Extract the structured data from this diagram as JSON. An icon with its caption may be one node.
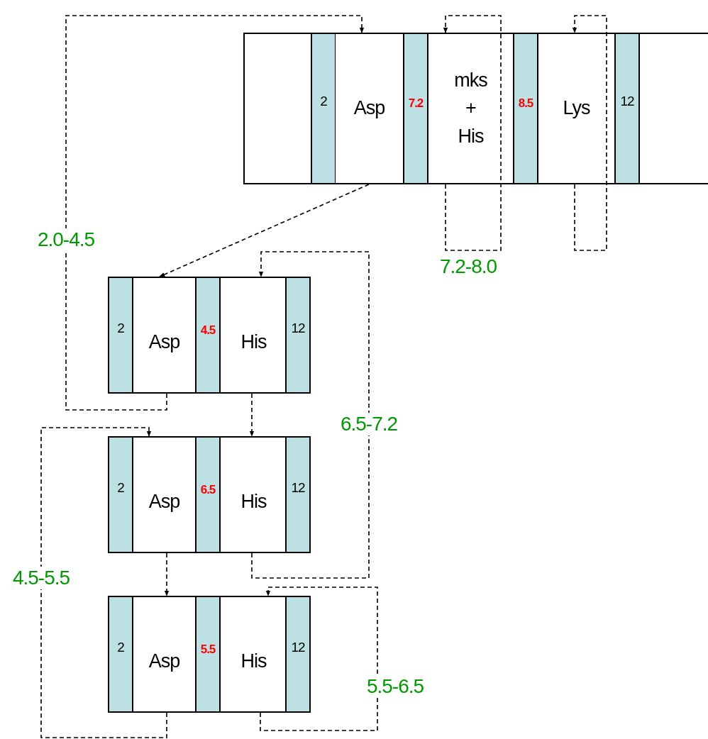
{
  "diagram": {
    "nodes": [
      {
        "text": [],
        "shape": "box"
      },
      {
        "text": [
          "2"
        ],
        "in": 0
      },
      {
        "text": [
          "Asp"
        ],
        "in": 0
      },
      {
        "text": [
          "7.2"
        ],
        "in": 0
      },
      {
        "text": [
          "mks + His"
        ],
        "in": 0
      },
      {
        "text": [
          "8.5"
        ],
        "in": 0
      },
      {
        "text": [
          "Lys"
        ],
        "in": 0
      },
      {
        "text": [
          "12"
        ],
        "in": 0
      },
      {
        "text": [],
        "shape": "box"
      },
      {
        "text": [
          "2"
        ],
        "in": 8
      },
      {
        "text": [
          "Asp"
        ],
        "in": 8
      },
      {
        "text": [
          "4.5"
        ],
        "in": 8
      },
      {
        "text": [
          "His"
        ],
        "in": 8
      },
      {
        "text": [
          "12"
        ],
        "in": 8
      },
      {
        "text": [],
        "shape": "box"
      },
      {
        "text": [
          "2"
        ],
        "in": 14
      },
      {
        "text": [
          "Asp"
        ],
        "in": 14
      },
      {
        "text": [
          "6.5"
        ],
        "in": 14
      },
      {
        "text": [
          "His"
        ],
        "in": 14
      },
      {
        "text": [
          "12"
        ],
        "in": 14
      },
      {
        "text": [],
        "shape": "box"
      },
      {
        "text": [
          "2"
        ],
        "in": 20
      },
      {
        "text": [
          "Asp"
        ],
        "in": 20
      },
      {
        "text": [
          "5.5"
        ],
        "in": 20
      },
      {
        "text": [
          "His"
        ],
        "in": 20
      },
      {
        "text": [
          "12"
        ],
        "in": 20
      }
    ],
    "edges": [
      {
        "from": 2,
        "to": 10,
        "arrow": "to",
        "style": "dashed"
      },
      {
        "from": 10,
        "to": 2,
        "arrow": "to",
        "style": "dashed",
        "label": "2.0-4.5"
      },
      {
        "from": 4,
        "to": 4,
        "arrow": "to",
        "style": "dashed",
        "label": "7.2-8.0"
      },
      {
        "from": 6,
        "to": 6,
        "arrow": "to",
        "style": "dashed"
      },
      {
        "from": 18,
        "to": 12,
        "arrow": "to",
        "style": "dashed",
        "label": "6.5-7.2"
      },
      {
        "from": 12,
        "to": 18,
        "arrow": "to",
        "style": "dashed"
      },
      {
        "from": 16,
        "to": 22,
        "arrow": "to",
        "style": "dashed"
      },
      {
        "from": 24,
        "to": 24,
        "arrow": "to",
        "style": "dashed",
        "label": "5.5-6.5"
      },
      {
        "from": 22,
        "to": 16,
        "arrow": "to",
        "style": "dashed",
        "label": "4.5-5.5"
      }
    ]
  }
}
